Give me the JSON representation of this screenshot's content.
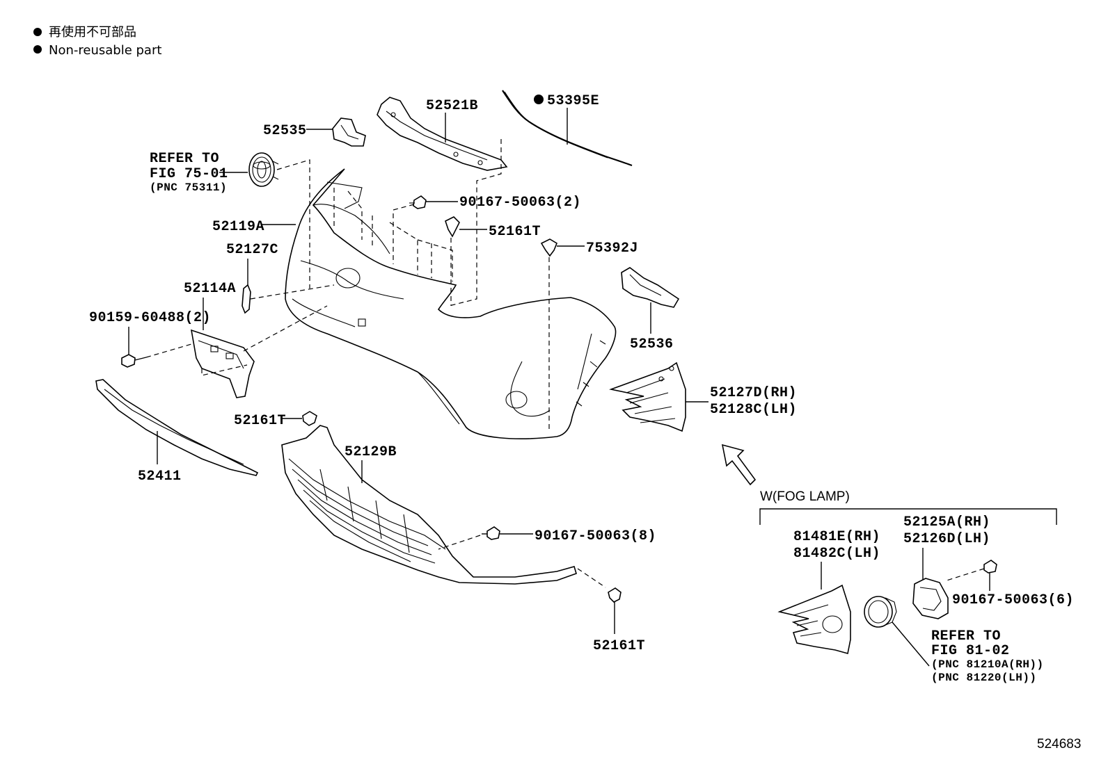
{
  "legend": {
    "jp": "再使用不可部品",
    "en": "Non-reusable part"
  },
  "labels": {
    "p52521B": "52521B",
    "p53395E": "53395E",
    "p52535": "52535",
    "refer1_a": "REFER TO",
    "refer1_b": "FIG 75-01",
    "refer1_c": "(PNC 75311)",
    "p52119A": "52119A",
    "p90167_2": "90167-50063(2)",
    "p52161T_a": "52161T",
    "p75392J": "75392J",
    "p52127C": "52127C",
    "p52114A": "52114A",
    "p90159": "90159-60488(2)",
    "p52536": "52536",
    "p52127D": "52127D(RH)",
    "p52128C": "52128C(LH)",
    "p52161T_b": "52161T",
    "p52129B": "52129B",
    "p52411": "52411",
    "p90167_8": "90167-50063(8)",
    "p52161T_c": "52161T",
    "fog_group": "W(FOG LAMP)",
    "p52125A": "52125A(RH)",
    "p52126D": "52126D(LH)",
    "p81481E": "81481E(RH)",
    "p81482C": "81482C(LH)",
    "p90167_6": "90167-50063(6)",
    "refer2_a": "REFER TO",
    "refer2_b": "FIG 81-02",
    "refer2_c": "(PNC 81210A(RH))",
    "refer2_d": "(PNC 81220(LH))",
    "figure_id": "524683"
  }
}
